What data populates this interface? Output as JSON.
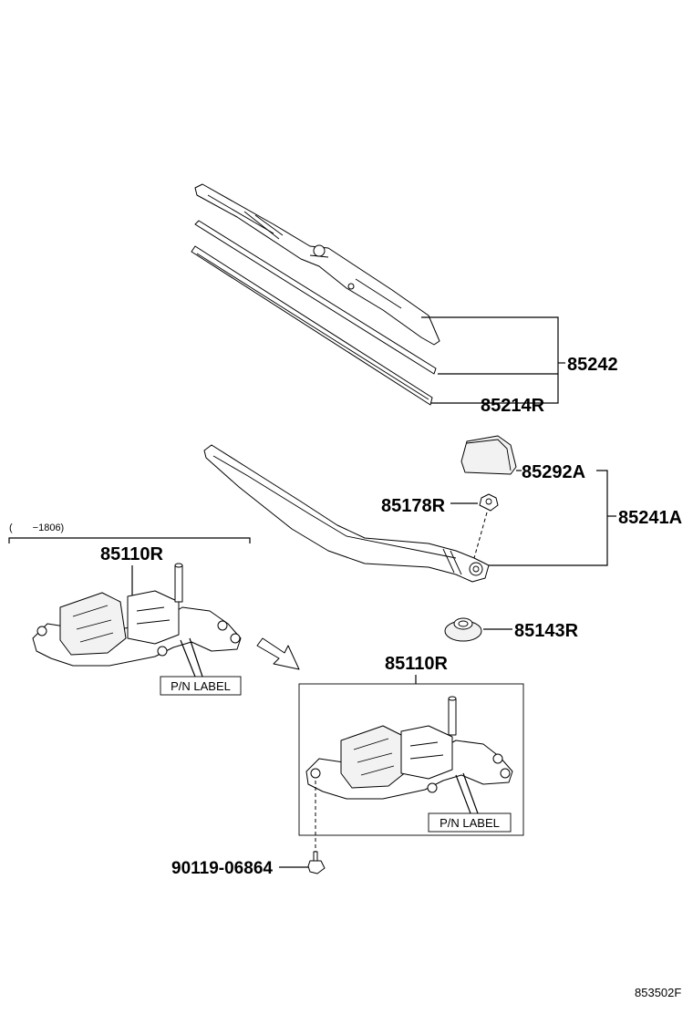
{
  "labels": {
    "wiper_blade_assy": "85242",
    "blade_rubber": "85214R",
    "arm_cap": "85292A",
    "arm_nut": "85178R",
    "wiper_arm_assy": "85241A",
    "grommet": "85143R",
    "motor_old": "85110R",
    "motor_new": "85110R",
    "bolt": "90119-06864",
    "pn_label_old": "P/N LABEL",
    "pn_label_new": "P/N LABEL",
    "date_range": "(　　−1806)",
    "diagram_ref": "853502F"
  }
}
